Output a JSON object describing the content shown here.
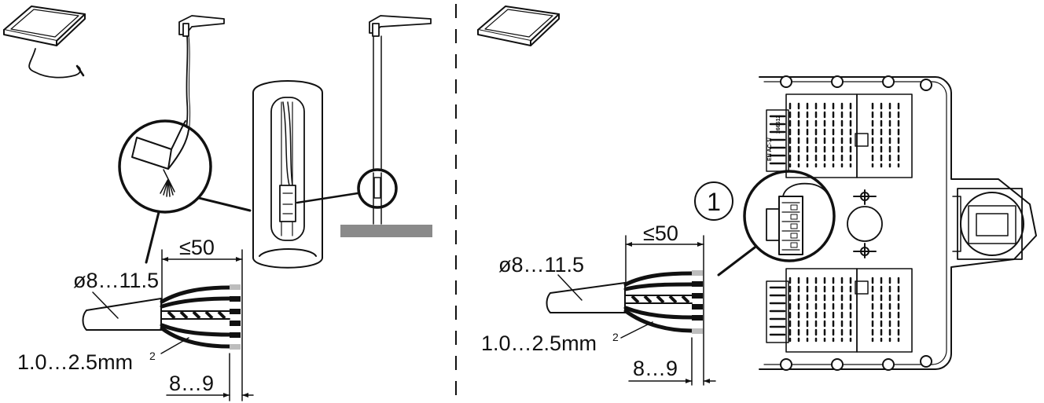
{
  "left_panel": {
    "cable_length_label": "≤50",
    "cable_diameter_label": "ø8…11.5",
    "wire_section_label": "1.0…2.5mm",
    "wire_section_unit_sup": "2",
    "strip_length_label": "8…9"
  },
  "right_panel": {
    "callout_number": "1",
    "cable_length_label": "≤50",
    "cable_diameter_label": "ø8…11.5",
    "wire_section_label": "1.0…2.5mm",
    "wire_section_unit_sup": "2",
    "strip_length_label": "8…9",
    "housing_marking_1": "EN AC-1/",
    "housing_marking_2": "266612"
  },
  "colors": {
    "line": "#111111",
    "ground_bar": "#8a8a8a",
    "light_wire": "#bdbdbd"
  }
}
